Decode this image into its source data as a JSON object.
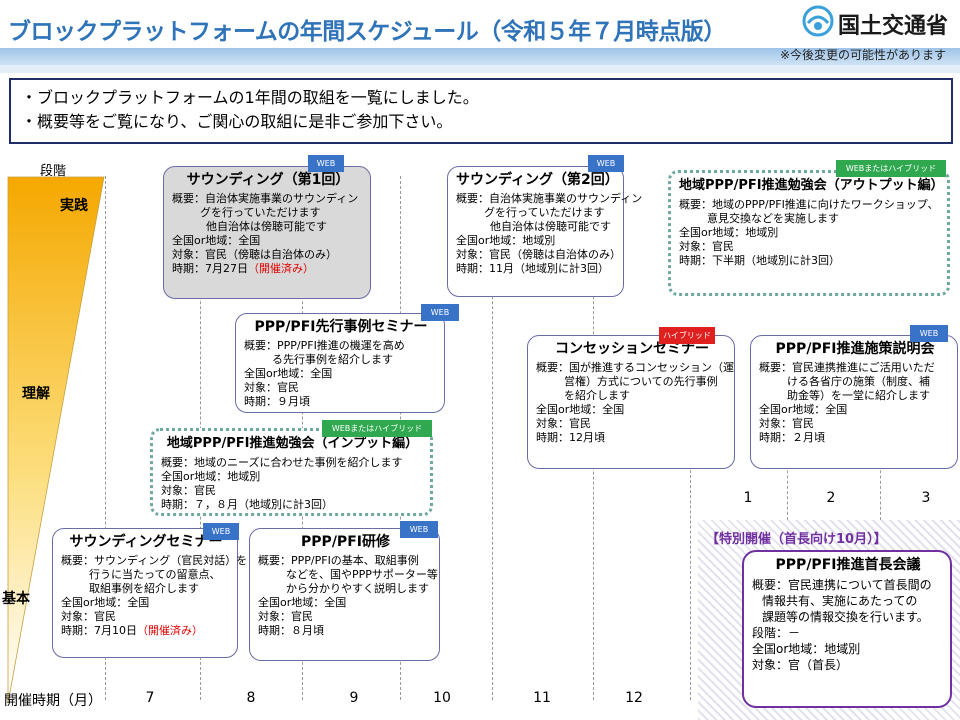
{
  "header": {
    "title": "ブロックプラットフォームの年間スケジュール（令和５年７月時点版）",
    "logo_text": "国土交通省",
    "logo_mark": "mlit-logo",
    "notice": "※今後変更の可能性があります"
  },
  "intro": [
    "・ブロックプラットフォームの1年間の取組を一覧にしました。",
    "・概要等をご覧になり、ご関心の取組に是非ご参加下さい。"
  ],
  "axis": {
    "stage_label": "段階",
    "levels": [
      "実践",
      "理解",
      "基本"
    ],
    "month_label": "開催時期（月）",
    "months": [
      "7",
      "8",
      "9",
      "10",
      "11",
      "12"
    ],
    "sub_months": [
      "1",
      "2",
      "3"
    ]
  },
  "cards": {
    "sounding1": {
      "badge": "WEB",
      "title": "サウンディング（第1回）",
      "lines": [
        "概要：自治体実施事業のサウンディン",
        "グを行っていただけます",
        "他自治体は傍聴可能です",
        "全国or地域：全国",
        "対象：官民（傍聴は自治体のみ）",
        "時期：7月27日",
        "（開催済み）"
      ]
    },
    "sounding2": {
      "badge": "WEB",
      "title": "サウンディング（第2回）",
      "lines": [
        "概要：自治体実施事業のサウンディン",
        "グを行っていただけます",
        "他自治体は傍聴可能です",
        "全国or地域：地域別",
        "対象：官民（傍聴は自治体のみ）",
        "時期：11月（地域別に計3回）"
      ]
    },
    "outputWorkshop": {
      "badge": "WEBまたはハイブリッド",
      "title": "地域PPP/PFI推進勉強会（アウトプット編）",
      "lines": [
        "概要：地域のPPP/PFI推進に向けたワークショップ、",
        "意見交換などを実施します",
        "全国or地域：地域別",
        "対象：官民",
        "時期：下半期（地域別に計3回）"
      ]
    },
    "seminarCases": {
      "badge": "WEB",
      "title": "PPP/PFI先行事例セミナー",
      "lines": [
        "概要：PPP/PFI推進の機運を高め",
        "る先行事例を紹介します",
        "全国or地域：全国",
        "対象：官民",
        "時期：９月頃"
      ]
    },
    "concession": {
      "badge": "ハイブリッド",
      "title": "コンセッションセミナー",
      "lines": [
        "概要：国が推進するコンセッション（運",
        "営権）方式についての先行事例",
        "を紹介します",
        "全国or地域：全国",
        "対象：官民",
        "時期：12月頃"
      ]
    },
    "policyBriefing": {
      "badge": "WEB",
      "title": "PPP/PFI推進施策説明会",
      "lines": [
        "概要：官民連携推進にご活用いただ",
        "ける各省庁の施策（制度、補",
        "助金等）を一堂に紹介します",
        "全国or地域：全国",
        "対象：官民",
        "時期：２月頃"
      ]
    },
    "inputWorkshop": {
      "badge": "WEBまたはハイブリッド",
      "title": "地域PPP/PFI推進勉強会（インプット編）",
      "lines": [
        "概要：地域のニーズに合わせた事例を紹介します",
        "全国or地域：地域別",
        "対象：官民",
        "時期：７，８月（地域別に計3回）"
      ]
    },
    "soundingSeminar": {
      "badge": "WEB",
      "title": "サウンディングセミナー",
      "lines": [
        "概要：サウンディング（官民対話）を",
        "行うに当たっての留意点、",
        "取組事例を紹介します",
        "全国or地域：全国",
        "対象：官民",
        "時期：7月10日",
        "（開催済み）"
      ]
    },
    "training": {
      "badge": "WEB",
      "title": "PPP/PFI研修",
      "lines": [
        "概要：PPP/PFIの基本、取組事例",
        "などを、国やPPPサポーター等",
        "から分かりやすく説明します",
        "全国or地域：全国",
        "対象：官民",
        "時期：８月頃"
      ]
    },
    "mayorsMeeting": {
      "special_label": "【特別開催（首長向け10月）】",
      "title": "PPP/PFI推進首長会議",
      "lines": [
        "概要：官民連携について首長間の",
        "情報共有、実施にあたっての",
        "課題等の情報交換を行います。",
        "段階：－",
        "全国or地域：地域別",
        "対象：官（首長）"
      ]
    }
  },
  "colors": {
    "title_blue": "#2F73B8",
    "badge_web": "#3973C8",
    "badge_hybrid_green": "#2FA84F",
    "badge_hybrid_red": "#E0201E",
    "held_red": "#E00000",
    "special_purple": "#7030A0"
  }
}
